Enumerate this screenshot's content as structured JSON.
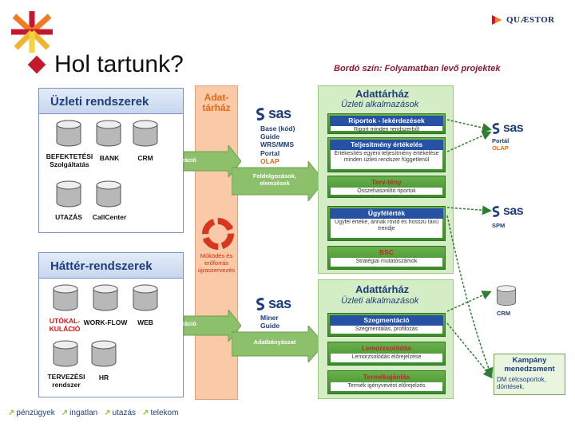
{
  "header": {
    "title": "Hol tartunk?",
    "subtitle": "Bordó szín: Folyamatban levő projektek",
    "brand": "QUÆSTOR"
  },
  "left": {
    "business_systems": {
      "title": "Üzleti rendszerek",
      "items": [
        {
          "label": "BEFEKTETÉSI Szolgáltatás"
        },
        {
          "label": "BANK"
        },
        {
          "label": "CRM"
        },
        {
          "label": "UTAZÁS"
        },
        {
          "label": "CallCenter"
        }
      ]
    },
    "background_systems": {
      "title": "Háttér-rendszerek",
      "items": [
        {
          "label": "UTÓKAL-KULÁCIÓ"
        },
        {
          "label": "WORK-FLOW"
        },
        {
          "label": "WEB"
        },
        {
          "label": "TERVEZÉSI rendszer"
        },
        {
          "label": "HR"
        }
      ]
    }
  },
  "center": {
    "dwh_title": "Adat-tárház",
    "integration_top": "Integráció",
    "integration_bottom": "Integráció",
    "processing": "Feldolgozások, elemzések",
    "cycle": "Működés és erőforrás újraszervezés",
    "mining": "Adatbányászat",
    "sas_top": {
      "logo": "sas",
      "lines": [
        "Base (kód)",
        "Guide",
        "WRS/MMS",
        "Portal",
        "OLAP"
      ]
    },
    "sas_bottom": {
      "logo": "sas",
      "lines": [
        "Miner",
        "Guide"
      ]
    }
  },
  "dwh_top": {
    "title": "Adattárház",
    "subtitle": "Üzleti alkalmazások",
    "boxes": [
      {
        "title": "Riportok - lekérdezések",
        "body": "Riport minden rendszerből"
      },
      {
        "title": "Teljesítmény értékelés",
        "body": "Értékesítés egyéni teljesítmény értékelése minden üzleti rendszer függetlenül"
      },
      {
        "title": "Terv-tény",
        "body": "Összehasonlító riportok"
      },
      {
        "title": "Ügyfélérték",
        "body": "Ügyfél értéke, annak rövid és hosszú távú trendje"
      },
      {
        "title": "BSC",
        "body": "Stratégiai mutatószámok"
      }
    ]
  },
  "dwh_bottom": {
    "title": "Adattárház",
    "subtitle": "Üzleti alkalmazások",
    "boxes": [
      {
        "title": "Szegmentáció",
        "body": "Szegmentálás, profilozás"
      },
      {
        "title": "Lemorzsolódás",
        "body": "Lemorzsolódás előrejelzése"
      },
      {
        "title": "Termékajánlás",
        "body": "Termék igényvevést előrejelzés"
      }
    ]
  },
  "right": {
    "sas_portal": {
      "logo": "sas",
      "line1": "Portál",
      "line2": "OLAP"
    },
    "sas_spm": {
      "logo": "sas",
      "line1": "SPM"
    },
    "crm": "CRM",
    "campaign": {
      "title": "Kampány menedzsment",
      "text": "DM célcsoportok, döntések."
    }
  },
  "footer": {
    "items": [
      "pénzügyek",
      "ingatlan",
      "utazás",
      "telekom"
    ]
  },
  "colors": {
    "accent_red": "#c4182f",
    "navy": "#1d3e7a",
    "orange": "#e06b14",
    "green": "#3b8c2a"
  }
}
